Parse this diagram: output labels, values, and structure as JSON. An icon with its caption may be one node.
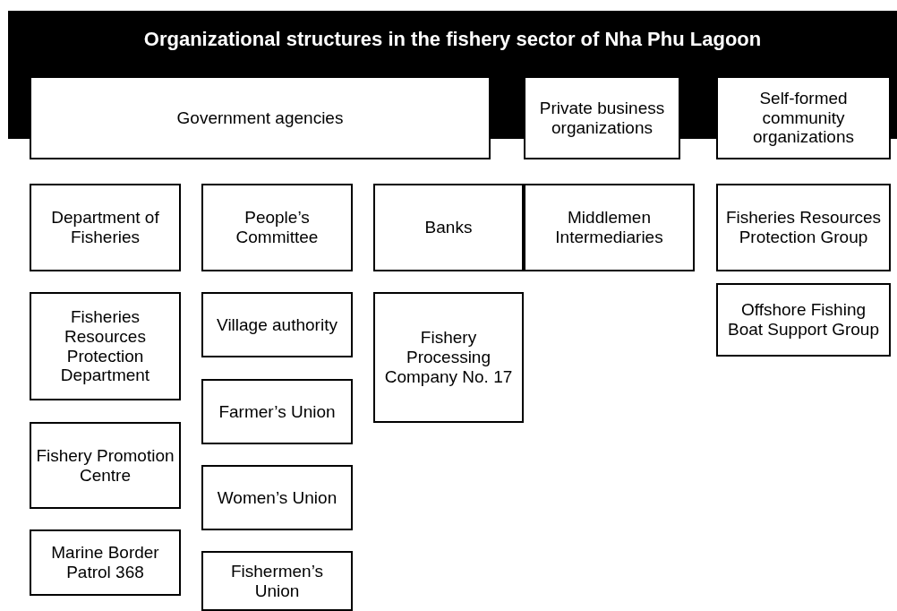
{
  "diagram": {
    "title": "Organizational structures in the fishery sector of Nha Phu Lagoon",
    "nodes": [
      {
        "text": [
          "Government agencies"
        ]
      },
      {
        "text": [
          "Private business organizations"
        ]
      },
      {
        "text": [
          "Self-formed community organizations"
        ]
      },
      {
        "text": [
          "Department of Fisheries"
        ]
      },
      {
        "text": [
          "People’s Committee"
        ]
      },
      {
        "text": [
          "Banks"
        ]
      },
      {
        "text": [
          "Middlemen Intermediaries"
        ]
      },
      {
        "text": [
          "Fisheries Resources Protection Group"
        ]
      },
      {
        "text": [
          "Fisheries Resources Protection Department"
        ]
      },
      {
        "text": [
          "Village authority"
        ]
      },
      {
        "text": [
          "Fishery Processing Company No. 17"
        ]
      },
      {
        "text": [
          "Offshore Fishing Boat Support Group"
        ]
      },
      {
        "text": [
          "Farmer’s Union"
        ]
      },
      {
        "text": [
          "Fishery Promotion Centre"
        ]
      },
      {
        "text": [
          "Women’s Union"
        ]
      },
      {
        "text": [
          "Marine Border Patrol 368"
        ]
      },
      {
        "text": [
          "Fishermen’s Union"
        ]
      }
    ]
  }
}
